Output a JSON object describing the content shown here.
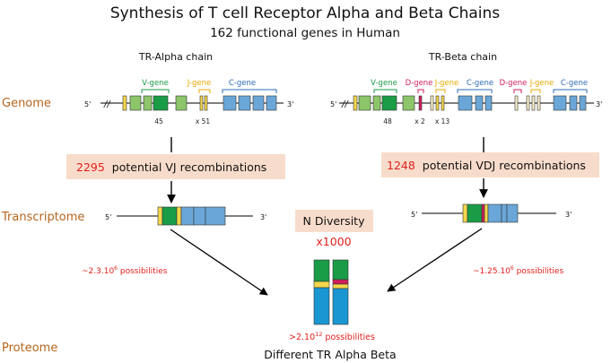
{
  "title": "Synthesis of T cell Receptor Alpha and Beta Chains",
  "subtitle": "162 functional genes in Human",
  "alpha": {
    "chain_label": "TR-Alpha chain",
    "v_label": "V-gene",
    "j_label": "J-gene",
    "c_label": "C-gene",
    "v_count": "45",
    "j_count": "x 51",
    "recomb_number": "2295",
    "recomb_text": "potential VJ recombinations",
    "possibilities_base": "~2.3.10",
    "possibilities_exp": "6",
    "possibilities_suffix": " possibilities"
  },
  "beta": {
    "chain_label": "TR-Beta chain",
    "v_label": "V-gene",
    "d_label": "D-gene",
    "j_label": "J-gene",
    "c_label": "C-gene",
    "d2_label": "D-gene",
    "j2_label": "J-gene",
    "c2_label": "C-gene",
    "v_count": "48",
    "d_count": "x 2",
    "j_count": "x 13",
    "recomb_number": "1248",
    "recomb_text": "potential VDJ recombinations",
    "possibilities_base": "~1.25.10",
    "possibilities_exp": "6",
    "possibilities_suffix": " possibilities"
  },
  "stages": {
    "genome": "Genome",
    "transcriptome": "Transcriptome",
    "proteome": "Proteome"
  },
  "primes": {
    "five": "5'",
    "three": "3'",
    "break_mark": "//"
  },
  "n_diversity": {
    "label": "N Diversity",
    "multiplier": "x1000"
  },
  "final": {
    "possibilities_base": ">2.10",
    "possibilities_exp": "12",
    "possibilities_suffix": " possibilities",
    "label": "Different TR Alpha Beta"
  },
  "colors": {
    "v_light": "#8cc56a",
    "v_dark": "#1a9c47",
    "j": "#f3d64b",
    "d": "#d21e5a",
    "c": "#6aa7d8",
    "c_protein": "#1a96d2",
    "box_bg": "#f8dccb",
    "stage_text": "#b5651d",
    "accent_red": "#e0201c",
    "v_label": "#1a9c47",
    "j_label": "#e9a800",
    "d_label": "#d21e5a",
    "c_label": "#2e6db5"
  }
}
